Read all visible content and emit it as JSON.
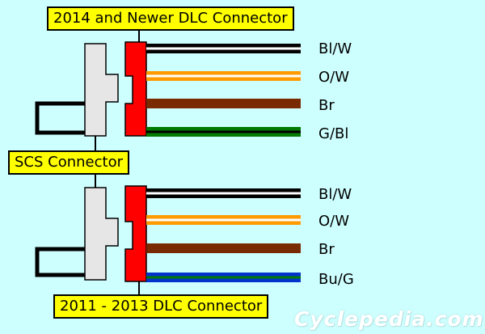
{
  "colors": {
    "background": "#ceffff",
    "label_fill": "#ffff00",
    "dlc_fill": "#ff0000",
    "scs_fill": "#e6e6e6"
  },
  "labels": {
    "top_dlc": "2014 and Newer DLC Connector",
    "scs": "SCS Connector",
    "bottom_dlc": "2011 - 2013 DLC Connector"
  },
  "top_wires": [
    {
      "label": "Bl/W",
      "base": "#000000",
      "stripe": "#ffffff"
    },
    {
      "label": "O/W",
      "base": "#ff9a00",
      "stripe": "#ffffff"
    },
    {
      "label": "Br",
      "base": "#7a2a00",
      "stripe": "#7a2a00"
    },
    {
      "label": "G/Bl",
      "base": "#007a00",
      "stripe": "#000000"
    }
  ],
  "bottom_wires": [
    {
      "label": "Bl/W",
      "base": "#000000",
      "stripe": "#ffffff"
    },
    {
      "label": "O/W",
      "base": "#ff9a00",
      "stripe": "#ffffff"
    },
    {
      "label": "Br",
      "base": "#7a2a00",
      "stripe": "#7a2a00"
    },
    {
      "label": "Bu/G",
      "base": "#0033cc",
      "stripe": "#007a00"
    }
  ],
  "watermark": "Cyclepedia.com"
}
